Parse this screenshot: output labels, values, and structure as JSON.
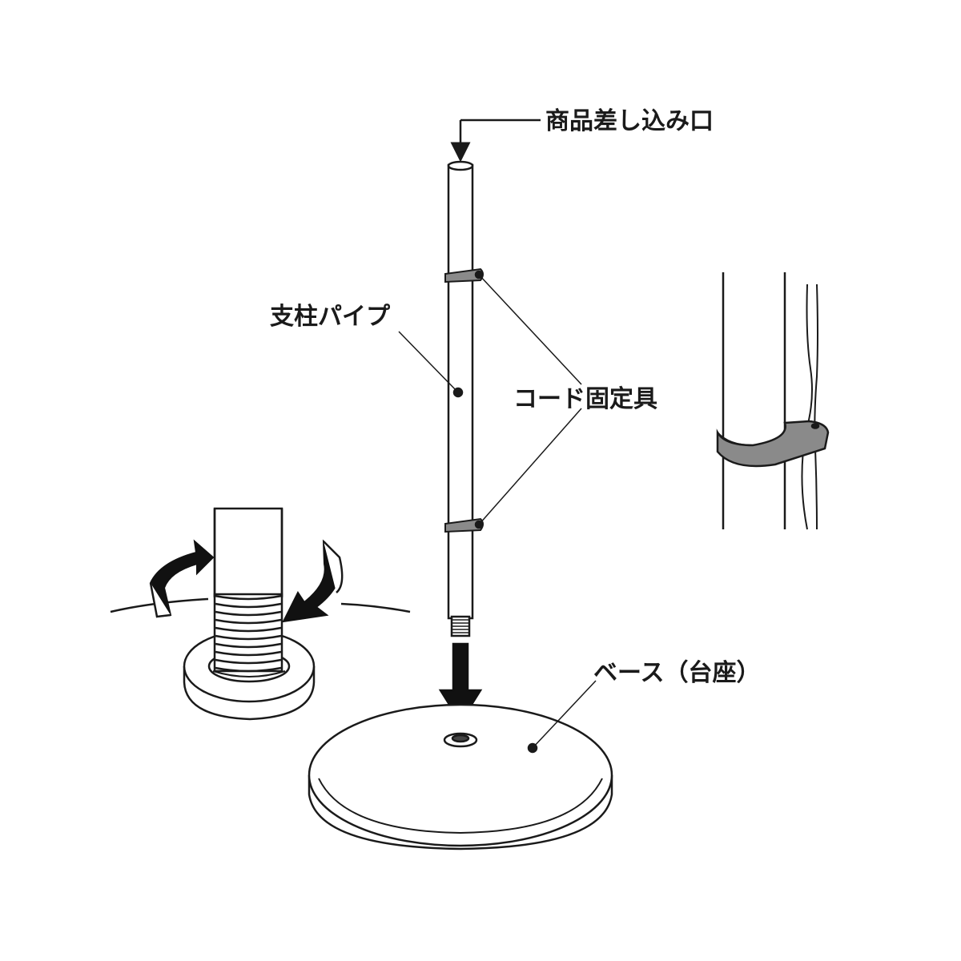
{
  "labels": {
    "product_inlet": "商品差し込み口",
    "support_pipe": "支柱パイプ",
    "cord_holder": "コード固定具",
    "base": "ベース（台座）"
  },
  "colors": {
    "line": "#1a1a1a",
    "fill_light": "#ffffff",
    "clip_gray": "#8a8a8a",
    "arrow": "#111111"
  }
}
